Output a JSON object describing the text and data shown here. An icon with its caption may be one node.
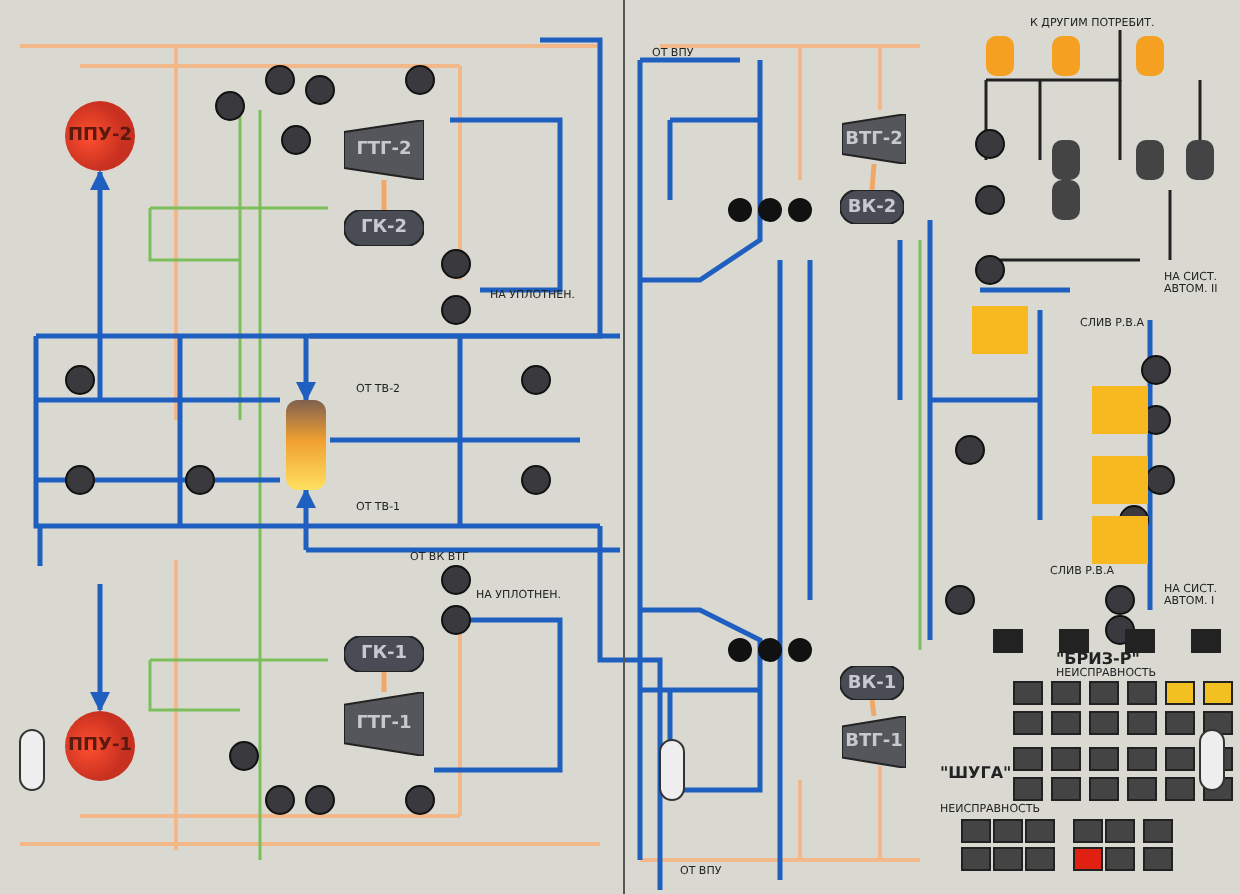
{
  "diagram": {
    "nodes": [
      {
        "text": [
          "ППУ-2"
        ]
      },
      {
        "text": [
          "ГТГ-2"
        ]
      },
      {
        "text": [
          "ГК-2"
        ]
      },
      {
        "text": [],
        "shape": "cylinder"
      },
      {
        "text": [
          "ППУ-1"
        ]
      },
      {
        "text": [
          "ГК-1"
        ]
      },
      {
        "text": [
          "ГТГ-1"
        ]
      },
      {
        "text": [
          "ВТГ-2"
        ]
      },
      {
        "text": [
          "ВК-2"
        ]
      },
      {
        "text": [
          "ВК-1"
        ]
      },
      {
        "text": [
          "ВТГ-1"
        ]
      }
    ],
    "edges": [
      {
        "from": null,
        "to": 0,
        "arrow": "to"
      },
      {
        "from": null,
        "to": 4,
        "arrow": "to"
      },
      {
        "from": 1,
        "to": 2,
        "arrow": "none",
        "color": "#f0a868"
      },
      {
        "from": 5,
        "to": 6,
        "arrow": "none",
        "color": "#f0a868"
      },
      {
        "from": 7,
        "to": 8,
        "arrow": "none",
        "color": "#f0a868"
      },
      {
        "from": 10,
        "to": 9,
        "arrow": "none",
        "color": "#f0a868"
      },
      {
        "from": null,
        "to": 3,
        "arrow": "to"
      },
      {
        "from": null,
        "to": 3,
        "arrow": "to"
      }
    ],
    "labels": [
      "ОТ ВПУ",
      "К ДРУГИМ ПОТРЕБИТ.",
      "НА УПЛОТНЕН.",
      "ОТ ТВ-2",
      "ОТ ТВ-1",
      "ОТ ВК ВТГ",
      "НА УПЛОТНЕН.",
      "СЛИВ Р.В.А",
      "НА СИСТ. АВТОМ. II",
      "СЛИВ Р.В.А",
      "НА СИСТ. АВТОМ. I",
      "\"БРИЗ-Р\"",
      "НЕИСПРАВНОСТЬ",
      "\"ШУГА\"",
      "НЕИСПРАВНОСТЬ",
      "ОТ ВПУ"
    ]
  }
}
